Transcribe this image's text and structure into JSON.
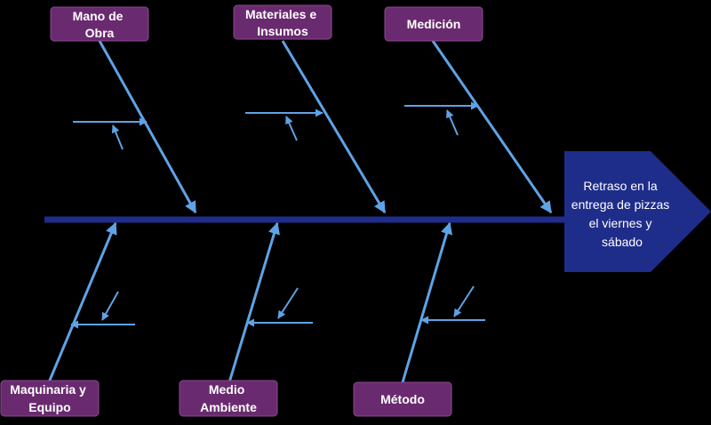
{
  "diagram": {
    "type": "ishikawa",
    "effect": {
      "lines": [
        "Retraso en la",
        "entrega de pizzas",
        "el viernes y",
        "sábado"
      ]
    },
    "categories": [
      {
        "id": "mano-de-obra",
        "lines": [
          "Mano de",
          "Obra"
        ]
      },
      {
        "id": "materiales",
        "lines": [
          "Materiales e",
          "Insumos"
        ]
      },
      {
        "id": "medicion",
        "lines": [
          "Medición"
        ]
      },
      {
        "id": "maquinaria",
        "lines": [
          "Maquinaria y",
          "Equipo"
        ]
      },
      {
        "id": "medio-ambiente",
        "lines": [
          "Medio",
          "Ambiente"
        ]
      },
      {
        "id": "metodo",
        "lines": [
          "Método"
        ]
      }
    ],
    "colors": {
      "background": "#000000",
      "spine": "#1f2d8a",
      "bone": "#5fa3e6",
      "category_box": "#6a2a6f",
      "category_border": "#8a4a8f",
      "effect_box": "#1f2d8a",
      "text": "#ffffff"
    }
  }
}
